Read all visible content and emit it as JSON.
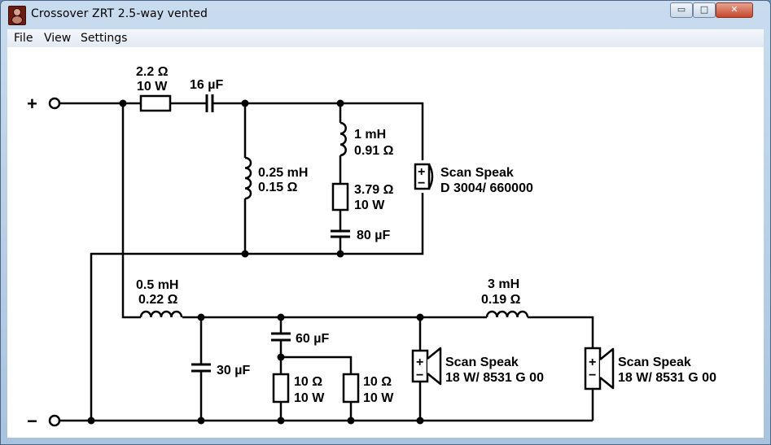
{
  "window": {
    "title": "Crossover ZRT 2.5-way vented",
    "buttons": {
      "minimize": "▭",
      "maximize": "□",
      "close": "✕"
    }
  },
  "menu": [
    {
      "label": "File"
    },
    {
      "label": "View"
    },
    {
      "label": "Settings"
    }
  ],
  "circuit": {
    "terminal_plus": "+",
    "terminal_minus": "−",
    "resistor_series": {
      "value": "2.2 Ω",
      "power": "10 W"
    },
    "cap_series": {
      "value": "16 µF"
    },
    "inductor_shunt": {
      "value": "0.25 mH",
      "resistance": "0.15 Ω"
    },
    "inductor_notch": {
      "value": "1 mH",
      "resistance": "0.91 Ω"
    },
    "resistor_notch": {
      "value": "3.79 Ω",
      "power": "10 W"
    },
    "cap_notch": {
      "value": "80 µF"
    },
    "tweeter": {
      "brand": "Scan Speak",
      "model": "D 3004/ 660000"
    },
    "inductor_low1": {
      "value": "0.5 mH",
      "resistance": "0.22 Ω"
    },
    "cap_low_shunt": {
      "value": "30 µF"
    },
    "cap_low_mid": {
      "value": "60 µF"
    },
    "resistor_low_a": {
      "value": "10 Ω",
      "power": "10 W"
    },
    "resistor_low_b": {
      "value": "10 Ω",
      "power": "10 W"
    },
    "woofer1": {
      "brand": "Scan Speak",
      "model": "18 W/ 8531 G 00"
    },
    "inductor_low2": {
      "value": "3 mH",
      "resistance": "0.19 Ω"
    },
    "woofer2": {
      "brand": "Scan Speak",
      "model": "18 W/ 8531 G 00"
    },
    "speaker_plus": "+",
    "speaker_minus": "−"
  }
}
